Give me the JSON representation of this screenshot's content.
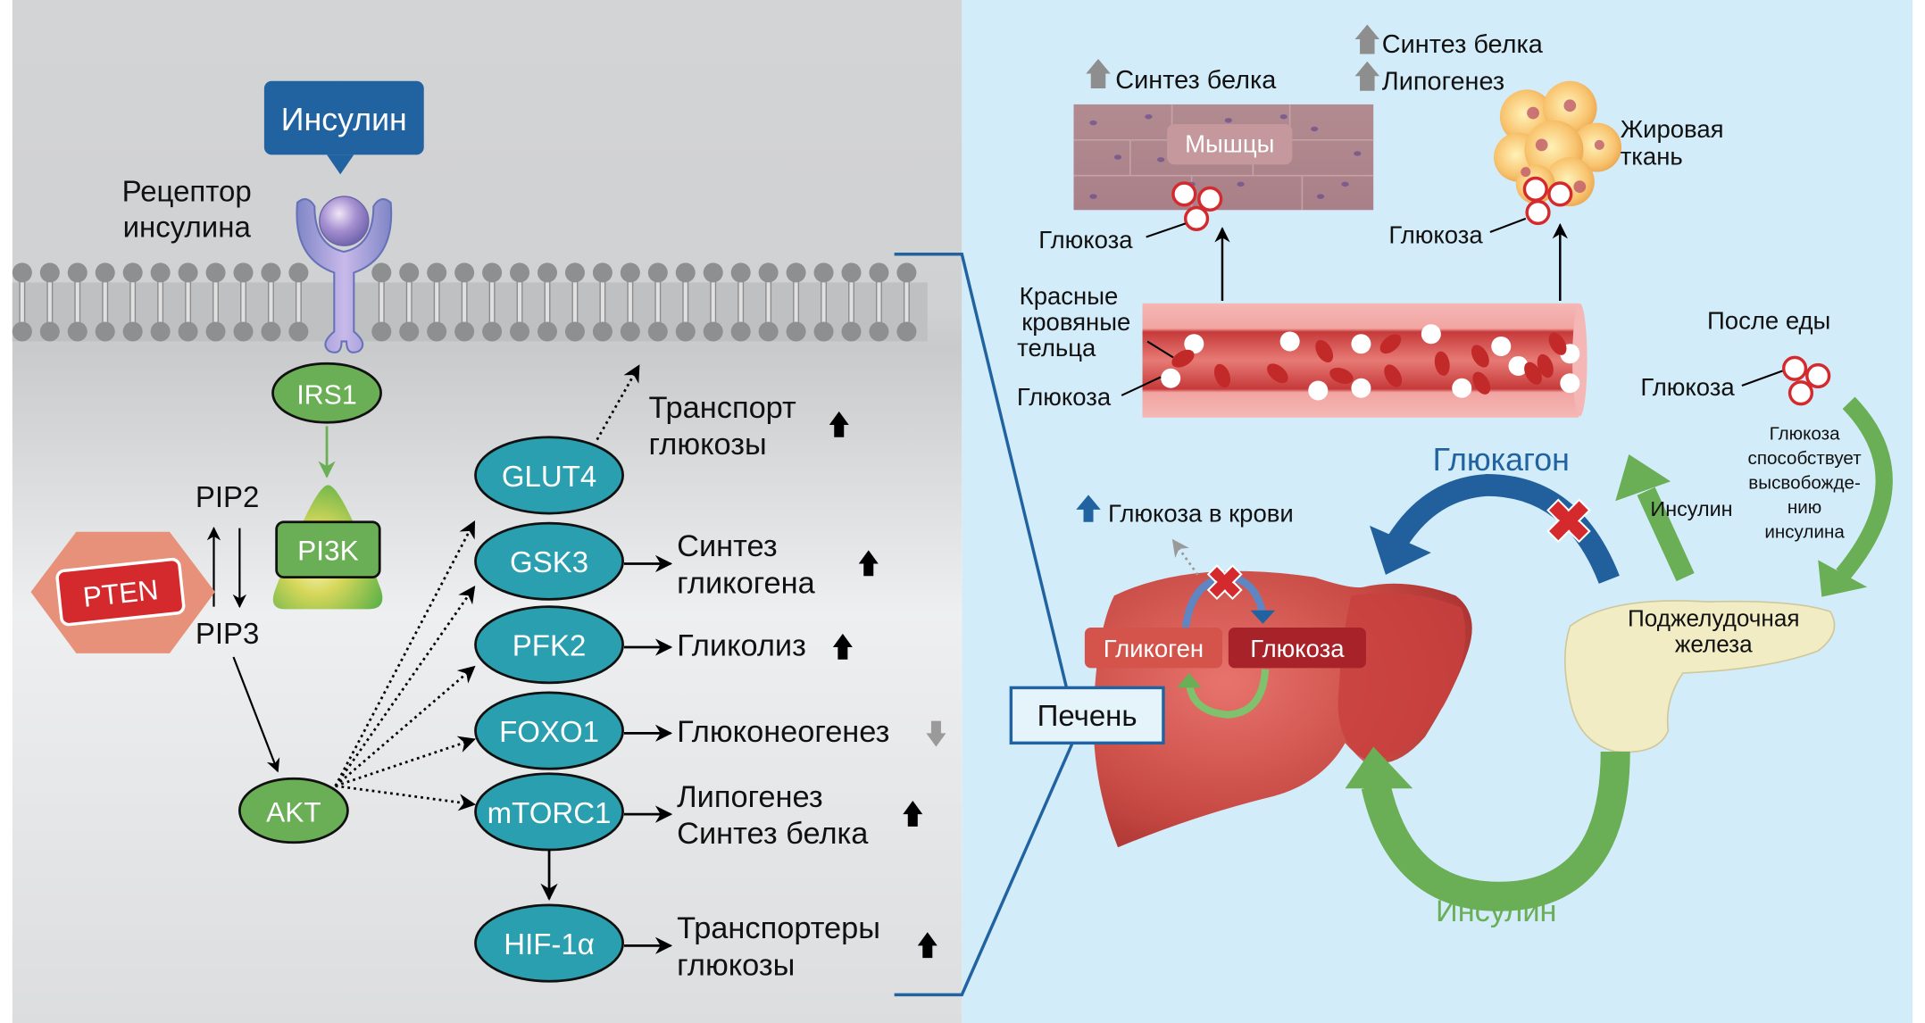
{
  "left_panel": {
    "insulin_label": "Инсулин",
    "receptor_label": [
      "Рецептор",
      "инсулина"
    ],
    "irs1": "IRS1",
    "pi3k": "PI3K",
    "pip2": "PIP2",
    "pip3": "PIP3",
    "pten": "PTEN",
    "akt": "AKT",
    "targets": [
      {
        "name": "GLUT4",
        "effect": [
          "Транспорт",
          "глюкозы"
        ],
        "direction": "up"
      },
      {
        "name": "GSK3",
        "effect": [
          "Синтез",
          "гликогена"
        ],
        "direction": "up"
      },
      {
        "name": "PFK2",
        "effect": [
          "Гликолиз"
        ],
        "direction": "up"
      },
      {
        "name": "FOXO1",
        "effect": [
          "Глюконеогенез"
        ],
        "direction": "down"
      },
      {
        "name": "mTORC1",
        "effect": [
          "Липогенез",
          "Синтез белка"
        ],
        "direction": "up"
      },
      {
        "name": "HIF-1α",
        "effect": [
          "Транспортеры",
          "глюкозы"
        ],
        "direction": "up"
      }
    ]
  },
  "right_panel": {
    "muscle": {
      "label": "Мышцы",
      "effect": "Синтез белка",
      "glucose_label": "Глюкоза"
    },
    "fat": {
      "label": [
        "Жировая",
        "ткань"
      ],
      "effects": [
        "Синтез белка",
        "Липогенез"
      ],
      "glucose_label": "Глюкоза"
    },
    "vessel": {
      "rbc_label": [
        "Красные",
        "кровяные",
        "тельца"
      ],
      "glucose_label": "Глюкоза"
    },
    "after_meal": {
      "title": "После еды",
      "glucose_label": "Глюкоза",
      "note": [
        "Глюкоза",
        "способствует",
        "высвобожде-",
        "нию",
        "инсулина"
      ]
    },
    "glucagon_label": "Глюкагон",
    "insulin_small_label": "Инсулин",
    "insulin_big_label": "Инсулин",
    "blood_glucose_label": "Глюкоза в крови",
    "glycogen_label": "Гликоген",
    "glucose_box_label": "Глюкоза",
    "liver_label": "Печень",
    "pancreas_label": [
      "Поджелудочная",
      "железа"
    ]
  },
  "colors": {
    "left_bg": "#d6d7d9",
    "right_bg": "#d3ecf9",
    "insulin_blue": "#2163a0",
    "green_node": "#6aae55",
    "teal_node": "#2a9fb0",
    "pten_red": "#d42a2e",
    "pten_hex": "#e8917a",
    "glucagon_blue": "#21609c",
    "insulin_green": "#6aae55",
    "liver_red": "#b83a35",
    "glycogen_box": "#d4534b",
    "glucose_box": "#a8222a",
    "x_red": "#d42a2e",
    "up_arrow_gray": "#8e8e8e"
  }
}
